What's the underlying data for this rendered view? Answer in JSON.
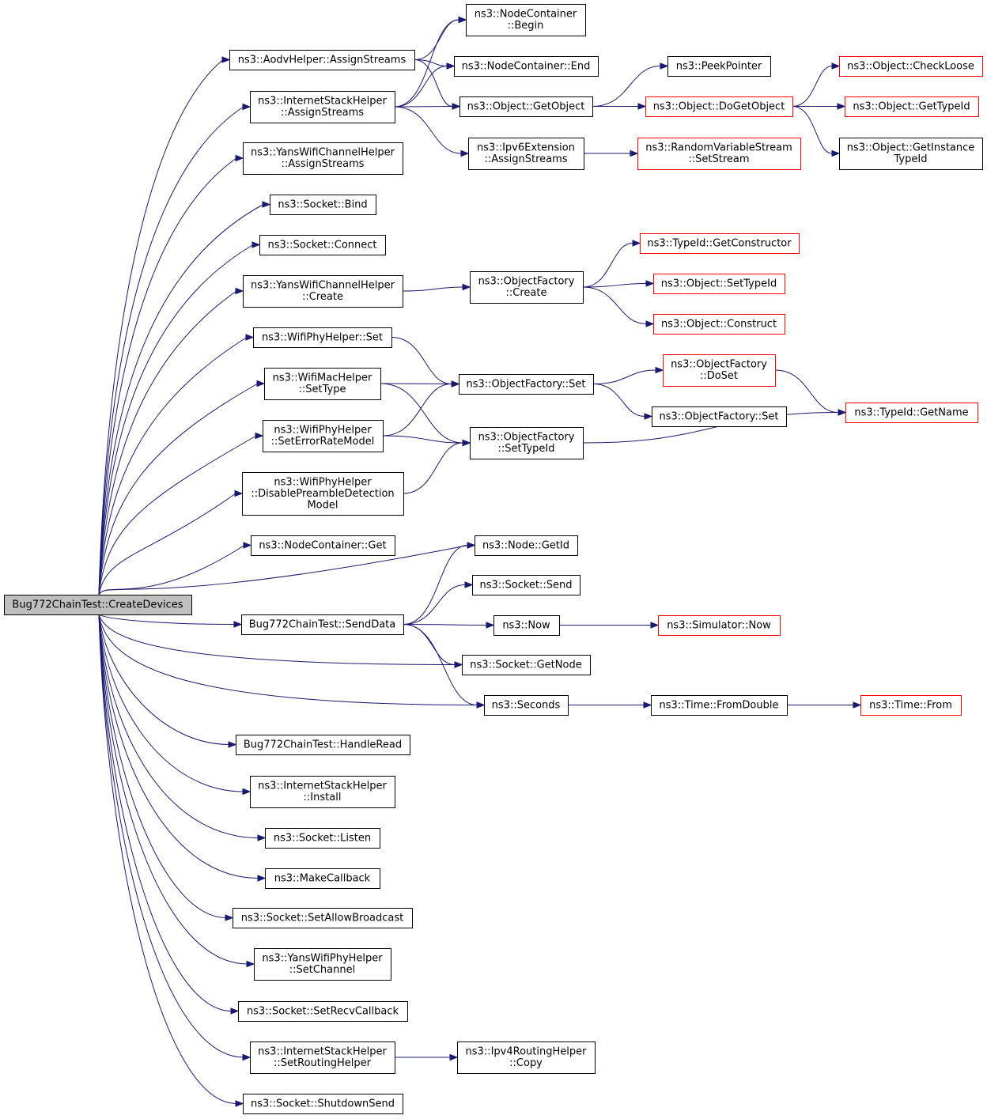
{
  "nodes": [
    {
      "id": "root",
      "lines": [
        "Bug772ChainTest::CreateDevices"
      ],
      "style": "root"
    },
    {
      "id": "aodv",
      "lines": [
        "ns3::AodvHelper::AssignStreams"
      ],
      "style": "normal"
    },
    {
      "id": "ish_assign",
      "lines": [
        "ns3::InternetStackHelper",
        "::AssignStreams"
      ],
      "style": "normal"
    },
    {
      "id": "ywch_assign",
      "lines": [
        "ns3::YansWifiChannelHelper",
        "::AssignStreams"
      ],
      "style": "normal"
    },
    {
      "id": "sock_bind",
      "lines": [
        "ns3::Socket::Bind"
      ],
      "style": "normal"
    },
    {
      "id": "sock_connect",
      "lines": [
        "ns3::Socket::Connect"
      ],
      "style": "normal"
    },
    {
      "id": "ywch_create",
      "lines": [
        "ns3::YansWifiChannelHelper",
        "::Create"
      ],
      "style": "normal"
    },
    {
      "id": "wph_set",
      "lines": [
        "ns3::WifiPhyHelper::Set"
      ],
      "style": "normal"
    },
    {
      "id": "wmh_settype",
      "lines": [
        "ns3::WifiMacHelper",
        "::SetType"
      ],
      "style": "normal"
    },
    {
      "id": "wph_seterr",
      "lines": [
        "ns3::WifiPhyHelper",
        "::SetErrorRateModel"
      ],
      "style": "normal"
    },
    {
      "id": "wph_disable",
      "lines": [
        "ns3::WifiPhyHelper",
        "::DisablePreambleDetection",
        "Model"
      ],
      "style": "normal"
    },
    {
      "id": "nc_get",
      "lines": [
        "ns3::NodeContainer::Get"
      ],
      "style": "normal"
    },
    {
      "id": "senddata",
      "lines": [
        "Bug772ChainTest::SendData"
      ],
      "style": "normal"
    },
    {
      "id": "handleread",
      "lines": [
        "Bug772ChainTest::HandleRead"
      ],
      "style": "normal"
    },
    {
      "id": "ish_install",
      "lines": [
        "ns3::InternetStackHelper",
        "::Install"
      ],
      "style": "normal"
    },
    {
      "id": "sock_listen",
      "lines": [
        "ns3::Socket::Listen"
      ],
      "style": "normal"
    },
    {
      "id": "makecallback",
      "lines": [
        "ns3::MakeCallback"
      ],
      "style": "normal"
    },
    {
      "id": "sock_allowbc",
      "lines": [
        "ns3::Socket::SetAllowBroadcast"
      ],
      "style": "normal"
    },
    {
      "id": "ywph_setch",
      "lines": [
        "ns3::YansWifiPhyHelper",
        "::SetChannel"
      ],
      "style": "normal"
    },
    {
      "id": "sock_recvcb",
      "lines": [
        "ns3::Socket::SetRecvCallback"
      ],
      "style": "normal"
    },
    {
      "id": "ish_setrouting",
      "lines": [
        "ns3::InternetStackHelper",
        "::SetRoutingHelper"
      ],
      "style": "normal"
    },
    {
      "id": "sock_shutdown",
      "lines": [
        "ns3::Socket::ShutdownSend"
      ],
      "style": "normal"
    },
    {
      "id": "nc_begin",
      "lines": [
        "ns3::NodeContainer",
        "::Begin"
      ],
      "style": "normal"
    },
    {
      "id": "nc_end",
      "lines": [
        "ns3::NodeContainer::End"
      ],
      "style": "normal"
    },
    {
      "id": "obj_getobject",
      "lines": [
        "ns3::Object::GetObject"
      ],
      "style": "normal"
    },
    {
      "id": "ipv6ext",
      "lines": [
        "ns3::Ipv6Extension",
        "::AssignStreams"
      ],
      "style": "normal"
    },
    {
      "id": "of_create",
      "lines": [
        "ns3::ObjectFactory",
        "::Create"
      ],
      "style": "normal"
    },
    {
      "id": "of_set",
      "lines": [
        "ns3::ObjectFactory::Set"
      ],
      "style": "normal"
    },
    {
      "id": "of_settypeid",
      "lines": [
        "ns3::ObjectFactory",
        "::SetTypeId"
      ],
      "style": "normal"
    },
    {
      "id": "node_getid",
      "lines": [
        "ns3::Node::GetId"
      ],
      "style": "normal"
    },
    {
      "id": "sock_send",
      "lines": [
        "ns3::Socket::Send"
      ],
      "style": "normal"
    },
    {
      "id": "now",
      "lines": [
        "ns3::Now"
      ],
      "style": "normal"
    },
    {
      "id": "sock_getnode",
      "lines": [
        "ns3::Socket::GetNode"
      ],
      "style": "normal"
    },
    {
      "id": "seconds",
      "lines": [
        "ns3::Seconds"
      ],
      "style": "normal"
    },
    {
      "id": "ipv4rh_copy",
      "lines": [
        "ns3::Ipv4RoutingHelper",
        "::Copy"
      ],
      "style": "normal"
    },
    {
      "id": "peekpointer",
      "lines": [
        "ns3::PeekPointer"
      ],
      "style": "normal"
    },
    {
      "id": "obj_dogetobject",
      "lines": [
        "ns3::Object::DoGetObject"
      ],
      "style": "red"
    },
    {
      "id": "rvs_setstream",
      "lines": [
        "ns3::RandomVariableStream",
        "::SetStream"
      ],
      "style": "red"
    },
    {
      "id": "typeid_getctor",
      "lines": [
        "ns3::TypeId::GetConstructor"
      ],
      "style": "red"
    },
    {
      "id": "obj_settypeid",
      "lines": [
        "ns3::Object::SetTypeId"
      ],
      "style": "red"
    },
    {
      "id": "obj_construct",
      "lines": [
        "ns3::Object::Construct"
      ],
      "style": "red"
    },
    {
      "id": "of_doset",
      "lines": [
        "ns3::ObjectFactory",
        "::DoSet"
      ],
      "style": "red"
    },
    {
      "id": "of_set2",
      "lines": [
        "ns3::ObjectFactory::Set"
      ],
      "style": "normal"
    },
    {
      "id": "sim_now",
      "lines": [
        "ns3::Simulator::Now"
      ],
      "style": "red"
    },
    {
      "id": "time_fromdouble",
      "lines": [
        "ns3::Time::FromDouble"
      ],
      "style": "normal"
    },
    {
      "id": "obj_checkloose",
      "lines": [
        "ns3::Object::CheckLoose"
      ],
      "style": "red"
    },
    {
      "id": "obj_gettypeid",
      "lines": [
        "ns3::Object::GetTypeId"
      ],
      "style": "red"
    },
    {
      "id": "obj_getinsttypeid",
      "lines": [
        "ns3::Object::GetInstance",
        "TypeId"
      ],
      "style": "normal"
    },
    {
      "id": "typeid_getname",
      "lines": [
        "ns3::TypeId::GetName"
      ],
      "style": "red"
    },
    {
      "id": "time_from",
      "lines": [
        "ns3::Time::From"
      ],
      "style": "red"
    }
  ],
  "edges": [
    [
      "root",
      "aodv"
    ],
    [
      "root",
      "ish_assign"
    ],
    [
      "root",
      "ywch_assign"
    ],
    [
      "root",
      "sock_bind"
    ],
    [
      "root",
      "sock_connect"
    ],
    [
      "root",
      "ywch_create"
    ],
    [
      "root",
      "wph_set"
    ],
    [
      "root",
      "wmh_settype"
    ],
    [
      "root",
      "wph_seterr"
    ],
    [
      "root",
      "wph_disable"
    ],
    [
      "root",
      "nc_get"
    ],
    [
      "root",
      "node_getid"
    ],
    [
      "root",
      "senddata"
    ],
    [
      "root",
      "sock_getnode"
    ],
    [
      "root",
      "seconds"
    ],
    [
      "root",
      "handleread"
    ],
    [
      "root",
      "ish_install"
    ],
    [
      "root",
      "sock_listen"
    ],
    [
      "root",
      "makecallback"
    ],
    [
      "root",
      "sock_allowbc"
    ],
    [
      "root",
      "ywph_setch"
    ],
    [
      "root",
      "sock_recvcb"
    ],
    [
      "root",
      "ish_setrouting"
    ],
    [
      "root",
      "sock_shutdown"
    ],
    [
      "aodv",
      "nc_begin"
    ],
    [
      "aodv",
      "nc_end"
    ],
    [
      "aodv",
      "obj_getobject"
    ],
    [
      "ish_assign",
      "nc_begin"
    ],
    [
      "ish_assign",
      "nc_end"
    ],
    [
      "ish_assign",
      "obj_getobject"
    ],
    [
      "ish_assign",
      "ipv6ext"
    ],
    [
      "ywch_create",
      "of_create"
    ],
    [
      "wph_set",
      "of_set"
    ],
    [
      "wmh_settype",
      "of_set"
    ],
    [
      "wmh_settype",
      "of_settypeid"
    ],
    [
      "wph_seterr",
      "of_set"
    ],
    [
      "wph_seterr",
      "of_settypeid"
    ],
    [
      "wph_disable",
      "of_settypeid"
    ],
    [
      "senddata",
      "node_getid"
    ],
    [
      "senddata",
      "sock_send"
    ],
    [
      "senddata",
      "now"
    ],
    [
      "senddata",
      "sock_getnode"
    ],
    [
      "senddata",
      "seconds"
    ],
    [
      "ish_setrouting",
      "ipv4rh_copy"
    ],
    [
      "obj_getobject",
      "peekpointer"
    ],
    [
      "obj_getobject",
      "obj_dogetobject"
    ],
    [
      "ipv6ext",
      "rvs_setstream"
    ],
    [
      "of_create",
      "typeid_getctor"
    ],
    [
      "of_create",
      "obj_settypeid"
    ],
    [
      "of_create",
      "obj_construct"
    ],
    [
      "of_set",
      "of_doset"
    ],
    [
      "of_set",
      "of_set2"
    ],
    [
      "of_settypeid",
      "typeid_getname"
    ],
    [
      "now",
      "sim_now"
    ],
    [
      "seconds",
      "time_fromdouble"
    ],
    [
      "obj_dogetobject",
      "obj_checkloose"
    ],
    [
      "obj_dogetobject",
      "obj_gettypeid"
    ],
    [
      "obj_dogetobject",
      "obj_getinsttypeid"
    ],
    [
      "of_doset",
      "typeid_getname"
    ],
    [
      "time_fromdouble",
      "time_from"
    ]
  ]
}
